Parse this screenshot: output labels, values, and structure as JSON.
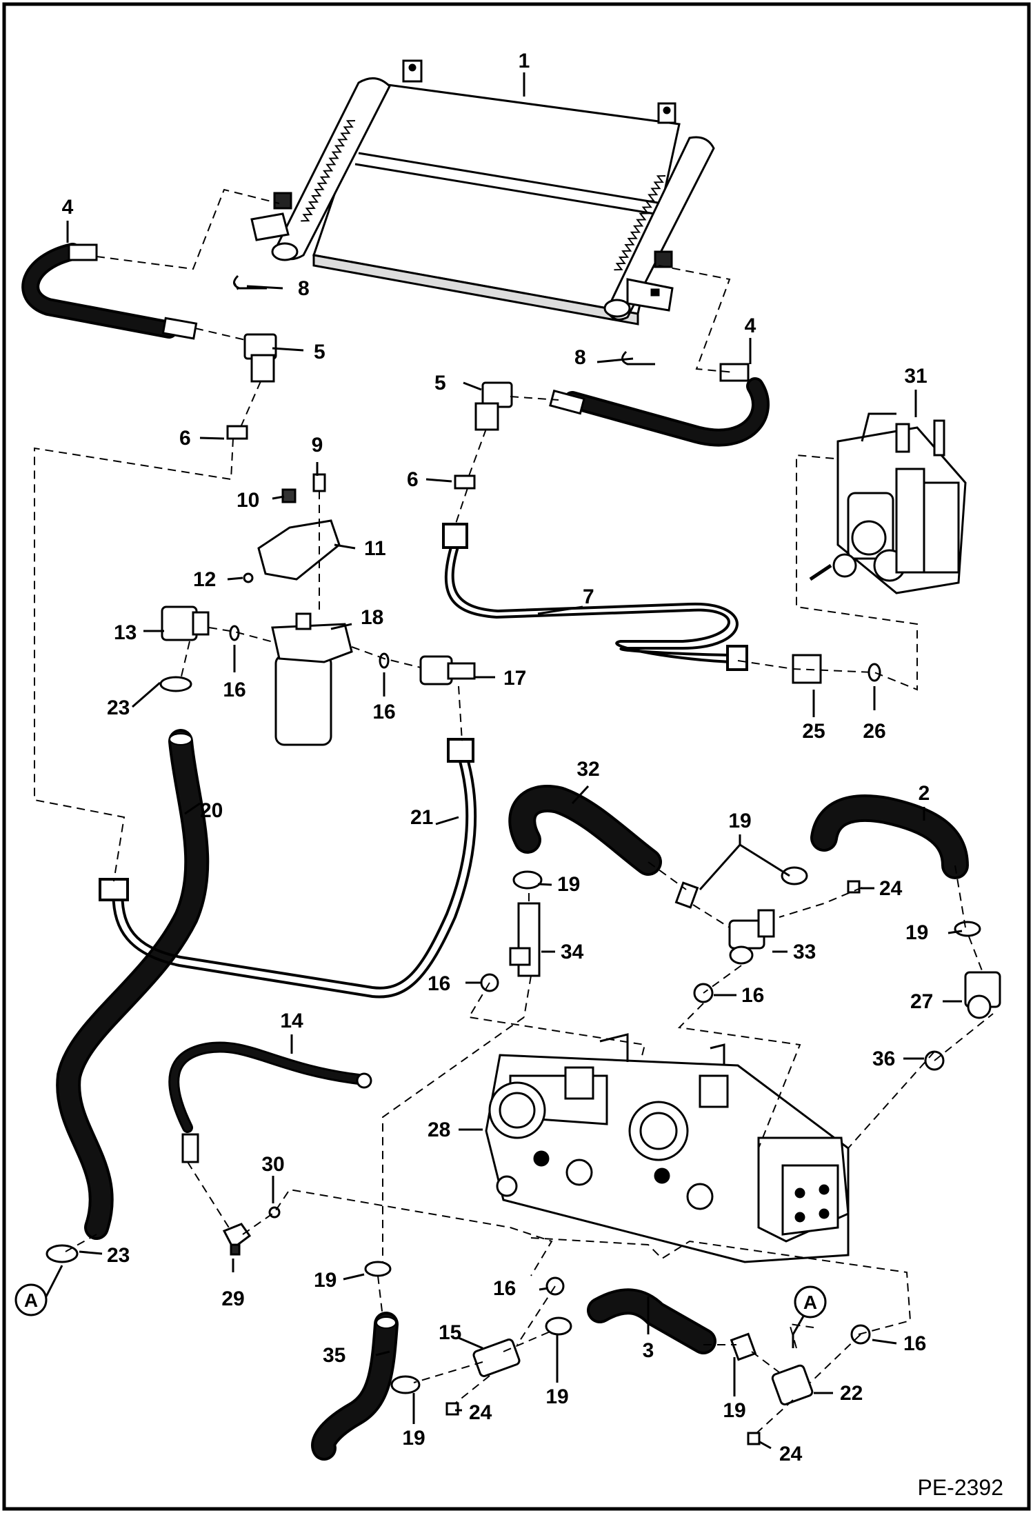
{
  "drawing": {
    "code": "PE-2392",
    "ref_letter": "A"
  },
  "callouts": {
    "c1": "1",
    "c2": "2",
    "c3": "3",
    "c4a": "4",
    "c4b": "4",
    "c5a": "5",
    "c5b": "5",
    "c6a": "6",
    "c6b": "6",
    "c7": "7",
    "c8a": "8",
    "c8b": "8",
    "c9": "9",
    "c10": "10",
    "c11": "11",
    "c12": "12",
    "c13": "13",
    "c14": "14",
    "c15": "15",
    "c16a": "16",
    "c16b": "16",
    "c16c": "16",
    "c16d": "16",
    "c16e": "16",
    "c16f": "16",
    "c17": "17",
    "c18": "18",
    "c19a": "19",
    "c19b": "19",
    "c19c": "19",
    "c19d": "19",
    "c19e": "19",
    "c19f": "19",
    "c19g": "19",
    "c20": "20",
    "c21": "21",
    "c22": "22",
    "c23a": "23",
    "c23b": "23",
    "c24a": "24",
    "c24b": "24",
    "c24c": "24",
    "c25": "25",
    "c26": "26",
    "c27": "27",
    "c28": "28",
    "c29": "29",
    "c30": "30",
    "c31": "31",
    "c32": "32",
    "c33": "33",
    "c34": "34",
    "c35": "35",
    "c36": "36"
  }
}
